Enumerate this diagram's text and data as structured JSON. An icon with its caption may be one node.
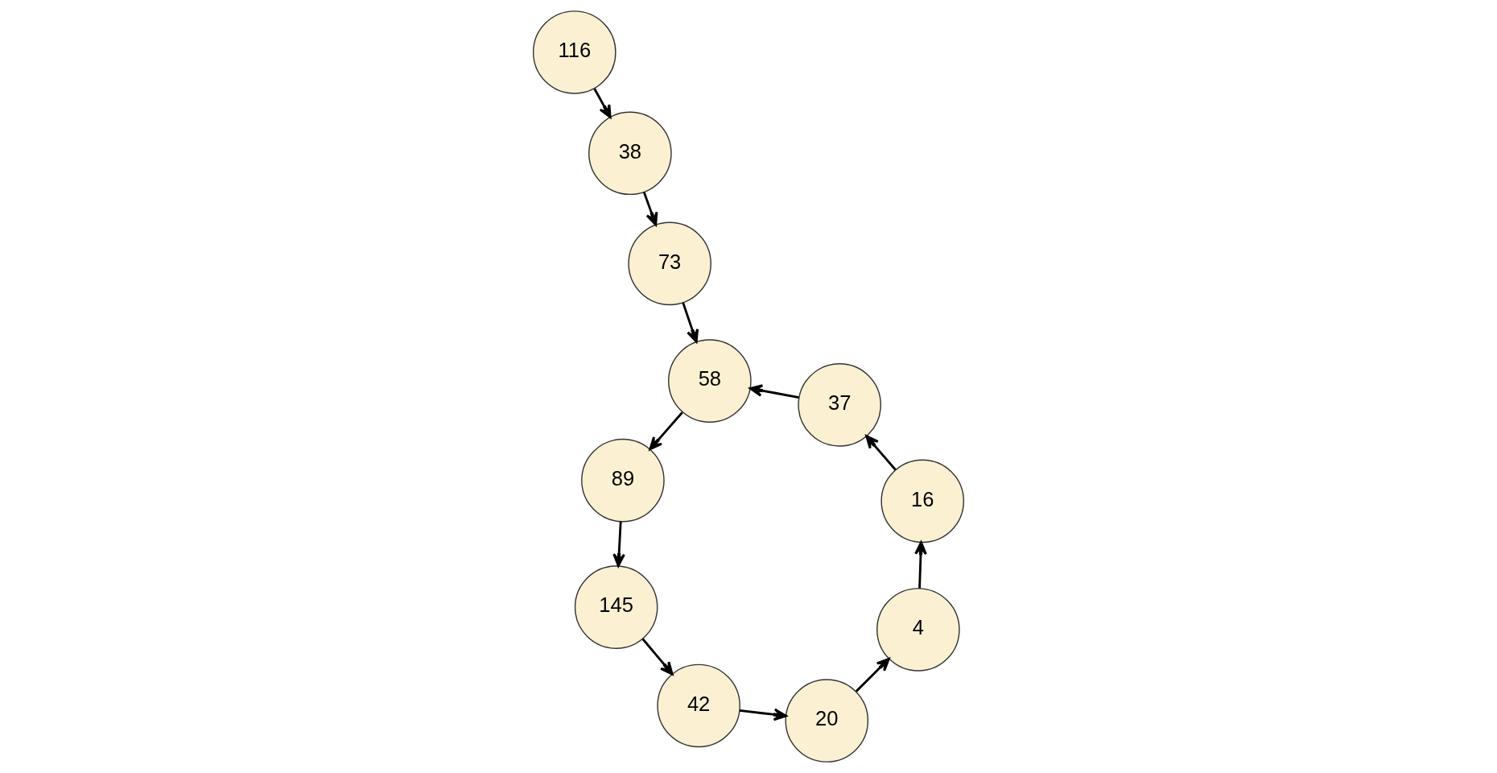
{
  "diagram": {
    "nodes": [
      {
        "text": [
          "116"
        ]
      },
      {
        "text": [
          "38"
        ]
      },
      {
        "text": [
          "73"
        ]
      },
      {
        "text": [
          "58"
        ]
      },
      {
        "text": [
          "89"
        ]
      },
      {
        "text": [
          "145"
        ]
      },
      {
        "text": [
          "42"
        ]
      },
      {
        "text": [
          "20"
        ]
      },
      {
        "text": [
          "4"
        ]
      },
      {
        "text": [
          "16"
        ]
      },
      {
        "text": [
          "37"
        ]
      }
    ],
    "edges": [
      {
        "from": 0,
        "to": 1,
        "arrow": "to"
      },
      {
        "from": 1,
        "to": 2,
        "arrow": "to"
      },
      {
        "from": 2,
        "to": 3,
        "arrow": "to"
      },
      {
        "from": 3,
        "to": 4,
        "arrow": "to"
      },
      {
        "from": 4,
        "to": 5,
        "arrow": "to"
      },
      {
        "from": 5,
        "to": 6,
        "arrow": "to"
      },
      {
        "from": 6,
        "to": 7,
        "arrow": "to"
      },
      {
        "from": 7,
        "to": 8,
        "arrow": "to"
      },
      {
        "from": 8,
        "to": 9,
        "arrow": "to"
      },
      {
        "from": 9,
        "to": 10,
        "arrow": "to"
      },
      {
        "from": 10,
        "to": 3,
        "arrow": "to"
      }
    ]
  }
}
